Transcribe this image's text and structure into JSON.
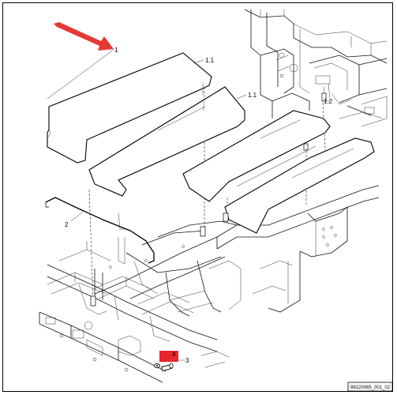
{
  "callouts": {
    "c1": "1",
    "c1_1a": "1.1",
    "c1_1b": "1.1",
    "c1_2": "1.2",
    "c2": "2",
    "c3": "3",
    "c4": "4"
  },
  "drawing_code": "88220065_001_02",
  "colors": {
    "arrow": "#e53935",
    "highlight_box": "#e8262d",
    "line": "#111111",
    "border": "#000000"
  }
}
